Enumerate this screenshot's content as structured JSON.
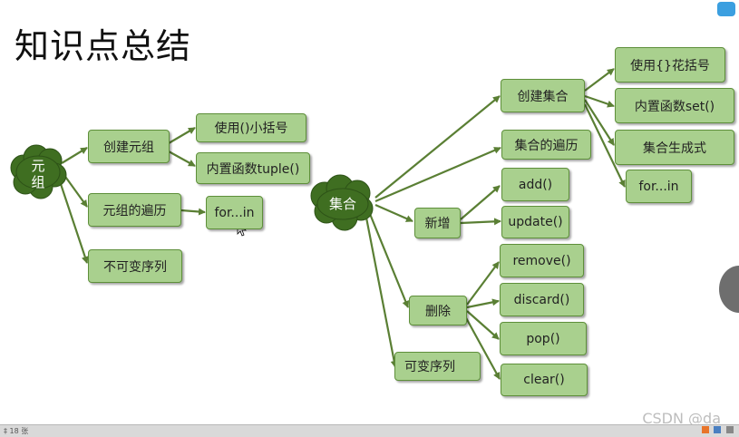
{
  "title": "知识点总结",
  "tuple": {
    "root": [
      "元",
      "组"
    ],
    "create": "创建元组",
    "create_children": [
      "使用()小括号",
      "内置函数tuple()"
    ],
    "traverse": "元组的遍历",
    "traverse_child": "for...in",
    "immutable": "不可变序列"
  },
  "set": {
    "root": "集合",
    "create": "创建集合",
    "create_children": [
      "使用{}花括号",
      "内置函数set()",
      "集合生成式"
    ],
    "traverse": "集合的遍历",
    "traverse_child": "for...in",
    "add": "新增",
    "add_children": [
      "add()",
      "update()"
    ],
    "delete": "删除",
    "delete_children": [
      "remove()",
      "discard()",
      "pop()",
      "clear()"
    ],
    "mutable": "可变序列"
  },
  "status": {
    "left": "‡ 18 张"
  },
  "watermark": "CSDN @da",
  "colors": {
    "node_fill": "#a9d08e",
    "node_border": "#5e8f3a",
    "cloud_fill": "#3f6e21",
    "arrow": "#5a7f34"
  }
}
